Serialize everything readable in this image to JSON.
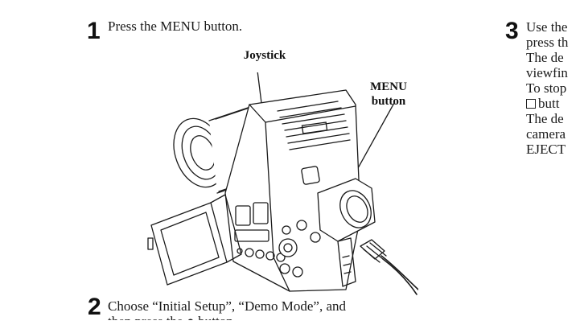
{
  "step1": {
    "number": "1",
    "text": "Press the MENU button."
  },
  "illustration": {
    "callout_joystick": "Joystick",
    "callout_menu_line1": "MENU",
    "callout_menu_line2": "button"
  },
  "step2": {
    "number": "2",
    "line1": "Choose “Initial Setup”, “Demo Mode”, and",
    "line2": "then press the ● button."
  },
  "step3": {
    "number": "3",
    "lines": [
      "Use the",
      "press th",
      "The de",
      "viewfin",
      "To stop",
      "butt",
      "The de",
      "camera",
      "EJECT"
    ]
  },
  "icons": [
    "camcorder-illustration",
    "square-button-icon"
  ]
}
